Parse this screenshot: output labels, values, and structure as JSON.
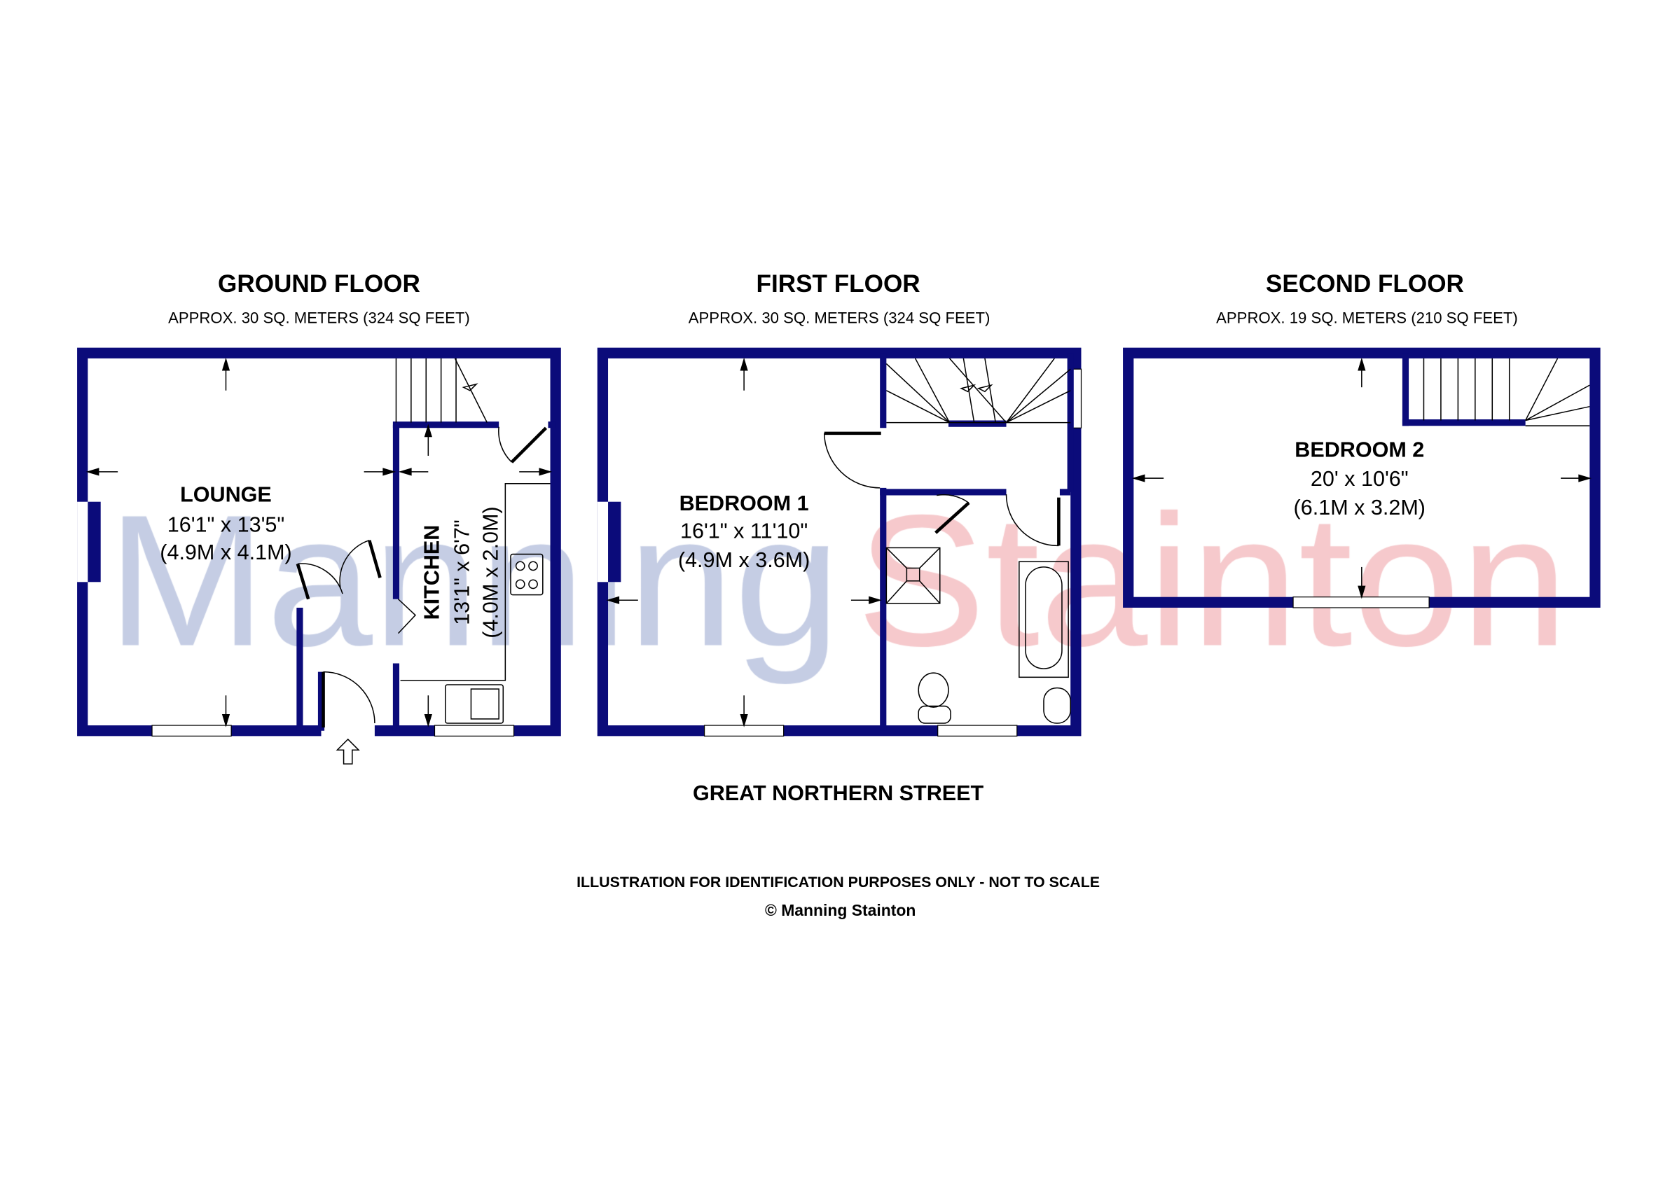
{
  "floors": [
    {
      "title": "GROUND FLOOR",
      "area": "APPROX. 30 SQ. METERS (324 SQ FEET)"
    },
    {
      "title": "FIRST FLOOR",
      "area": "APPROX. 30 SQ. METERS (324 SQ FEET)"
    },
    {
      "title": "SECOND FLOOR",
      "area": "APPROX. 19 SQ. METERS (210 SQ FEET)"
    }
  ],
  "rooms": {
    "lounge": {
      "name": "LOUNGE",
      "imperial": "16'1\" x 13'5\"",
      "metric": "(4.9M x 4.1M)"
    },
    "kitchen": {
      "name": "KITCHEN",
      "imperial": "13'1\" x 6'7\"",
      "metric": "(4.0M x 2.0M)"
    },
    "bedroom1": {
      "name": "BEDROOM 1",
      "imperial": "16'1\" x 11'10\"",
      "metric": "(4.9M x 3.6M)"
    },
    "bedroom2": {
      "name": "BEDROOM 2",
      "imperial": "20' x 10'6\"",
      "metric": "(6.1M x 3.2M)"
    }
  },
  "street": "GREAT NORTHERN STREET",
  "disclaimer": "ILLUSTRATION FOR IDENTIFICATION PURPOSES ONLY - NOT TO SCALE",
  "copyright": "© Manning Stainton",
  "watermark": {
    "part1": "Manning",
    "part2": "Stainton",
    "color1": "#c5cde4",
    "color2": "#f6c9cc"
  },
  "colors": {
    "wall": "#0b0b7a"
  }
}
